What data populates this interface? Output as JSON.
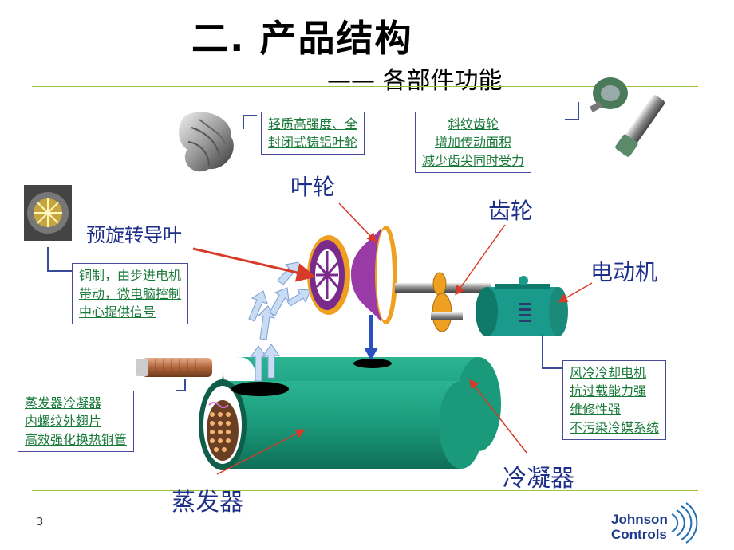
{
  "title": "二. 产品结构",
  "subtitle": "—— 各部件功能",
  "labels": {
    "impeller": "叶轮",
    "gear": "齿轮",
    "motor": "电动机",
    "guide_vane": "预旋转导叶",
    "condenser": "冷凝器",
    "evaporator": "蒸发器"
  },
  "notes": {
    "impeller": [
      "轻质高强度、全",
      "封闭式铸铝叶轮"
    ],
    "gear": [
      "斜纹齿轮",
      "增加传动面积",
      "减少齿尖同时受力"
    ],
    "guide_vane": [
      "铜制，由步进电机",
      "带动，微电脑控制",
      "中心提供信号"
    ],
    "motor": [
      "风冷冷却电机",
      "抗过载能力强",
      "维修性强",
      "不污染冷媒系统"
    ],
    "evaporator": [
      "蒸发器冷凝器",
      "内螺纹外翅片",
      "高效强化换热铜管"
    ]
  },
  "page_number": "3",
  "logo": {
    "line1": "Johnson",
    "line2": "Controls"
  },
  "colors": {
    "accent_line": "#9cc23a",
    "label": "#1e2f8a",
    "note_text": "#1a7a3a",
    "vessel": "#1a9a7a"
  }
}
